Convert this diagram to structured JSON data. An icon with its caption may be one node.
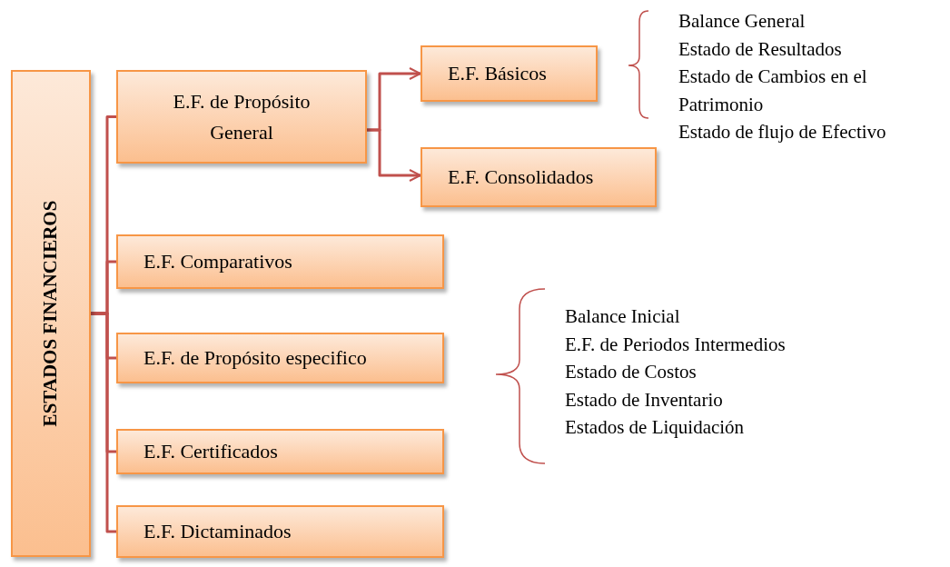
{
  "diagram": {
    "nodes": [
      {
        "text": [
          "ESTADOS FINANCIEROS"
        ]
      },
      {
        "text": [
          "E.F. de Propósito General"
        ]
      },
      {
        "text": [
          "E.F. Básicos"
        ]
      },
      {
        "text": [
          "E.F. Consolidados"
        ]
      },
      {
        "text": [
          "E.F. Comparativos"
        ]
      },
      {
        "text": [
          "E.F. de Propósito especifico"
        ]
      },
      {
        "text": [
          "E.F. Certificados"
        ]
      },
      {
        "text": [
          "E.F. Dictaminados"
        ]
      }
    ],
    "edges": [
      {
        "from": 0,
        "to": 1,
        "arrow": "none"
      },
      {
        "from": 0,
        "to": 4,
        "arrow": "none"
      },
      {
        "from": 0,
        "to": 5,
        "arrow": "none"
      },
      {
        "from": 0,
        "to": 6,
        "arrow": "none"
      },
      {
        "from": 0,
        "to": 7,
        "arrow": "none"
      },
      {
        "from": 1,
        "to": 2,
        "arrow": "to"
      },
      {
        "from": 1,
        "to": 3,
        "arrow": "to"
      }
    ],
    "labels": [
      "Balance General",
      "Estado de Resultados",
      "Estado de Cambios en el Patrimonio",
      "Estado de flujo de Efectivo",
      "Balance Inicial",
      "E.F. de Periodos Intermedios",
      "Estado de Costos",
      "Estado de Inventario",
      "Estados de Liquidación"
    ]
  }
}
